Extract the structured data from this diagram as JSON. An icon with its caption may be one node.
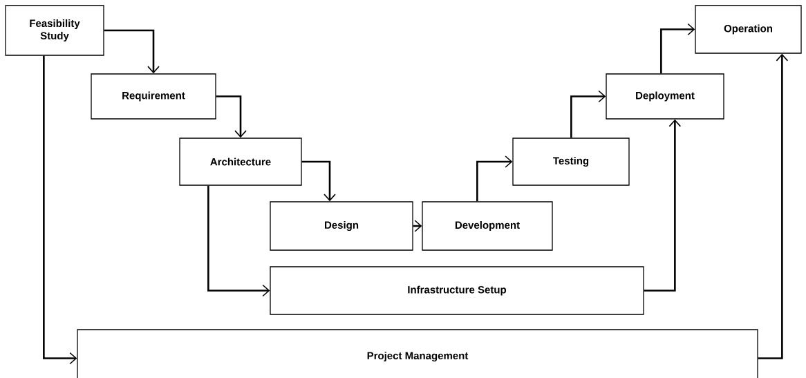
{
  "diagram": {
    "nodes": [
      {
        "text": [
          "Feasibility Study"
        ]
      },
      {
        "text": [
          "Requirement"
        ]
      },
      {
        "text": [
          "Architecture"
        ]
      },
      {
        "text": [
          "Design"
        ]
      },
      {
        "text": [
          "Development"
        ]
      },
      {
        "text": [
          "Testing"
        ]
      },
      {
        "text": [
          "Deployment"
        ]
      },
      {
        "text": [
          "Operation"
        ]
      },
      {
        "text": [
          "Infrastructure Setup"
        ]
      },
      {
        "text": [
          "Project Management"
        ]
      }
    ],
    "edges": [
      {
        "from": 0,
        "to": 1,
        "arrow": "to"
      },
      {
        "from": 1,
        "to": 2,
        "arrow": "to"
      },
      {
        "from": 2,
        "to": 3,
        "arrow": "to"
      },
      {
        "from": 3,
        "to": 4,
        "arrow": "to"
      },
      {
        "from": 4,
        "to": 5,
        "arrow": "to"
      },
      {
        "from": 5,
        "to": 6,
        "arrow": "to"
      },
      {
        "from": 6,
        "to": 7,
        "arrow": "to"
      },
      {
        "from": 2,
        "to": 8,
        "arrow": "to"
      },
      {
        "from": 8,
        "to": 6,
        "arrow": "to"
      },
      {
        "from": 0,
        "to": 9,
        "arrow": "to"
      },
      {
        "from": 9,
        "to": 7,
        "arrow": "to"
      }
    ]
  }
}
